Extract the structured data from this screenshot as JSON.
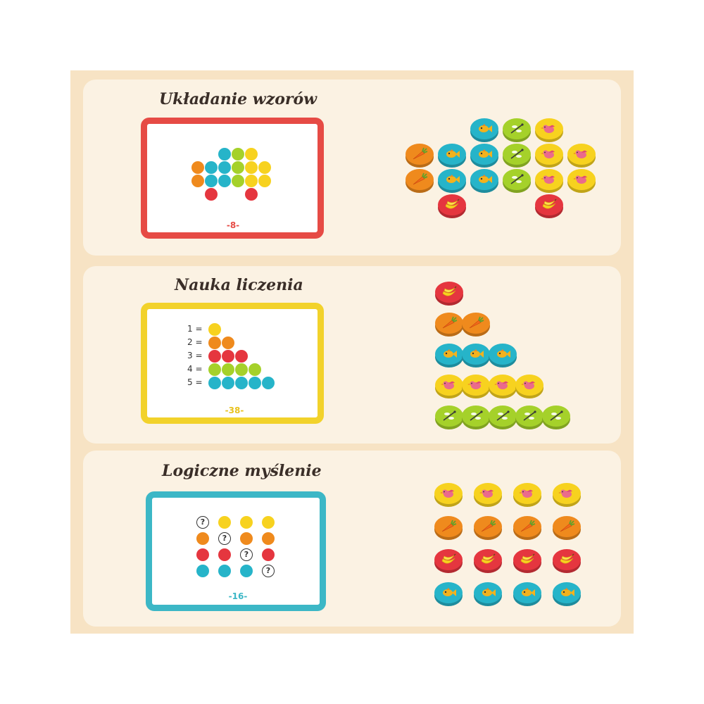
{
  "colors": {
    "yellow": "#f7d21f",
    "orange": "#ef8a1d",
    "red": "#e5363f",
    "lime": "#a5d12a",
    "teal": "#26b4c9",
    "pink": "#ea6b8c"
  },
  "sections": [
    {
      "title": "Układanie wzorów",
      "card_number": "-8-",
      "card_color": "#e64b45",
      "card_dot_grid": [
        [
          "",
          "",
          "teal",
          "lime",
          "yellow",
          ""
        ],
        [
          "orange",
          "teal",
          "teal",
          "lime",
          "yellow",
          "yellow"
        ],
        [
          "orange",
          "teal",
          "teal",
          "lime",
          "yellow",
          "yellow"
        ],
        [
          "",
          "red",
          "",
          "",
          "red",
          ""
        ]
      ],
      "token_rows": [
        [
          "",
          "",
          "fish",
          "dragonfly",
          "bird",
          ""
        ],
        [
          "carrot",
          "fish",
          "fish",
          "dragonfly",
          "bird",
          "bird"
        ],
        [
          "carrot",
          "fish",
          "fish",
          "dragonfly",
          "bird",
          "bird"
        ],
        [
          "",
          "banana",
          "",
          "",
          "banana",
          ""
        ]
      ]
    },
    {
      "title": "Nauka liczenia",
      "card_number": "-38-",
      "card_color": "#f2d22b",
      "count_rows": [
        {
          "label": "1 =",
          "color": "yellow",
          "count": 1
        },
        {
          "label": "2 =",
          "color": "orange",
          "count": 2
        },
        {
          "label": "3 =",
          "color": "red",
          "count": 3
        },
        {
          "label": "4 =",
          "color": "lime",
          "count": 4
        },
        {
          "label": "5 =",
          "color": "teal",
          "count": 5
        }
      ],
      "token_rows": [
        {
          "token": "banana",
          "count": 1
        },
        {
          "token": "carrot",
          "count": 2
        },
        {
          "token": "fish",
          "count": 3
        },
        {
          "token": "bird",
          "count": 4
        },
        {
          "token": "dragonfly",
          "count": 5
        }
      ]
    },
    {
      "title": "Logiczne myślenie",
      "card_number": "-16-",
      "card_color": "#3cb7c6",
      "question_mark": "?",
      "logic_grid": [
        [
          "?",
          "yellow",
          "yellow",
          "yellow"
        ],
        [
          "orange",
          "?",
          "orange",
          "orange"
        ],
        [
          "red",
          "red",
          "?",
          "red"
        ],
        [
          "teal",
          "teal",
          "teal",
          "?"
        ]
      ],
      "token_rows": [
        [
          "bird",
          "bird",
          "bird",
          "bird"
        ],
        [
          "carrot",
          "carrot",
          "carrot",
          "carrot"
        ],
        [
          "banana",
          "banana",
          "banana",
          "banana"
        ],
        [
          "fish",
          "fish",
          "fish",
          "fish"
        ]
      ]
    }
  ],
  "token_colors": {
    "fish": "#26b4c9",
    "dragonfly": "#a5d12a",
    "bird": "#f7d21f",
    "carrot": "#ef8a1d",
    "banana": "#e5363f"
  }
}
